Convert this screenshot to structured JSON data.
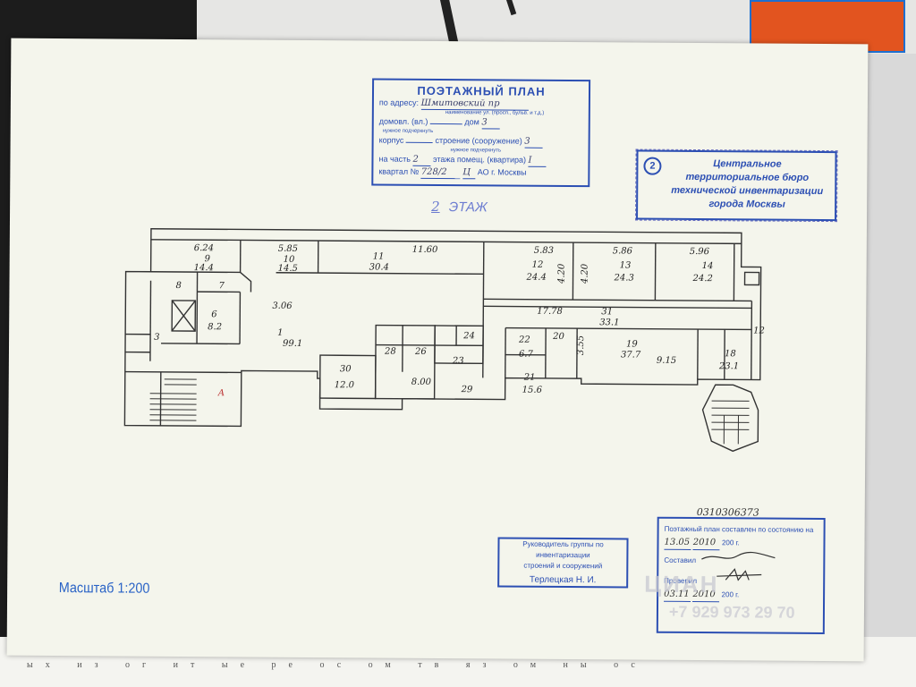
{
  "main_stamp": {
    "title": "ПОЭТАЖНЫЙ ПЛАН",
    "address_label": "по адресу:",
    "address_value": "Шмитовский пр",
    "street_hint": "наименование ул. (просп., бульв. и т.д.)",
    "domovl_label": "домовл. (вл.)",
    "dom_label": "дом",
    "dom_value": "3",
    "domovl_hint": "нужное подчеркнуть",
    "korpus_label": "корпус",
    "stroenie_label": "строение (сооружение)",
    "stroenie_value": "3",
    "stroenie_hint": "нужное подчеркнуть",
    "chast_prefix": "на часть",
    "floor_value": "2",
    "etazha_label": "этажа помещ. (квартира)",
    "pomesh_value": "I",
    "kvartal_label": "квартал №",
    "kvartal_value": "728/2",
    "ao_prefix": "Ц",
    "ao_label": "АО г. Москвы"
  },
  "bti_stamp": {
    "number": "2",
    "line1": "Центральное",
    "line2": "территориальное бюро",
    "line3": "технической инвентаризации",
    "line4": "города Москвы"
  },
  "floor_label": {
    "number": "2",
    "suffix": "ЭТАЖ"
  },
  "scale_label": "Масштаб 1:200",
  "serial_number": "0310306373",
  "head_stamp": {
    "line1": "Руководитель группы по инвентаризации",
    "line2": "строений и сооружений",
    "name": "Терлецкая Н. И."
  },
  "date_stamp": {
    "line1": "Поэтажный план составлен по состоянию на",
    "date_value": "13.05",
    "year1": "2010",
    "year_suffix": "200    г.",
    "sostavil_label": "Составил",
    "proveril_label": "Проверил",
    "check_date": "03.11",
    "year2": "2010",
    "year_suffix2": "200    г."
  },
  "watermark": {
    "brand": "ЦИАН",
    "phone": "+7 929 973 29 70"
  },
  "plan_labels": {
    "rooms": [
      {
        "num": "9",
        "area": "14.4",
        "len": "6.24"
      },
      {
        "num": "10",
        "area": "14.5",
        "len": "5.85"
      },
      {
        "num": "11",
        "area": "30.4",
        "len": "11.60"
      },
      {
        "num": "12",
        "area": "24.4",
        "len": "5.83"
      },
      {
        "num": "13",
        "area": "24.3",
        "len": "5.86"
      },
      {
        "num": "14",
        "area": "24.2",
        "len": "5.96"
      },
      {
        "num": "31",
        "area": "33.1",
        "len": "17.78"
      },
      {
        "num": "1",
        "area": "99.1",
        "len": "3.06"
      },
      {
        "num": "19",
        "area": "37.7",
        "len": "9.15"
      },
      {
        "num": "18",
        "area": "23.1",
        "len": ""
      },
      {
        "num": "30",
        "area": "12.0",
        "len": ""
      },
      {
        "num": "29",
        "area": "",
        "len": "8.00"
      },
      {
        "num": "21",
        "area": "15.6",
        "len": ""
      },
      {
        "num": "22",
        "area": "6.7",
        "len": ""
      },
      {
        "num": "6",
        "area": "8.2",
        "len": ""
      }
    ],
    "small": [
      "8",
      "7",
      "3",
      "28",
      "26",
      "23",
      "24",
      "20",
      "12",
      "А",
      "4.20",
      "4.20",
      "3.55"
    ]
  }
}
